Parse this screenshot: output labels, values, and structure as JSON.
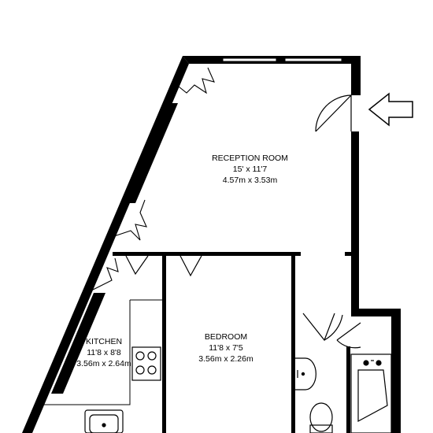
{
  "rooms": {
    "reception": {
      "name": "RECEPTION ROOM",
      "imperial": "15' x 11'7",
      "metric": "4.57m x 3.53m"
    },
    "bedroom": {
      "name": "BEDROOM",
      "imperial": "11'8 x 7'5",
      "metric": "3.56m x 2.26m"
    },
    "kitchen": {
      "name": "KITCHEN",
      "imperial": "11'8 x 8'8",
      "metric": "3.56m x 2.64m"
    }
  },
  "icons": {
    "entrance": "entrance-arrow-icon",
    "hob": "hob-icon",
    "sink": "sink-icon",
    "basin": "basin-icon",
    "toilet": "toilet-icon",
    "bath": "bath-icon"
  },
  "colors": {
    "wall": "#000000",
    "background": "#ffffff",
    "window": "#ffffff"
  }
}
